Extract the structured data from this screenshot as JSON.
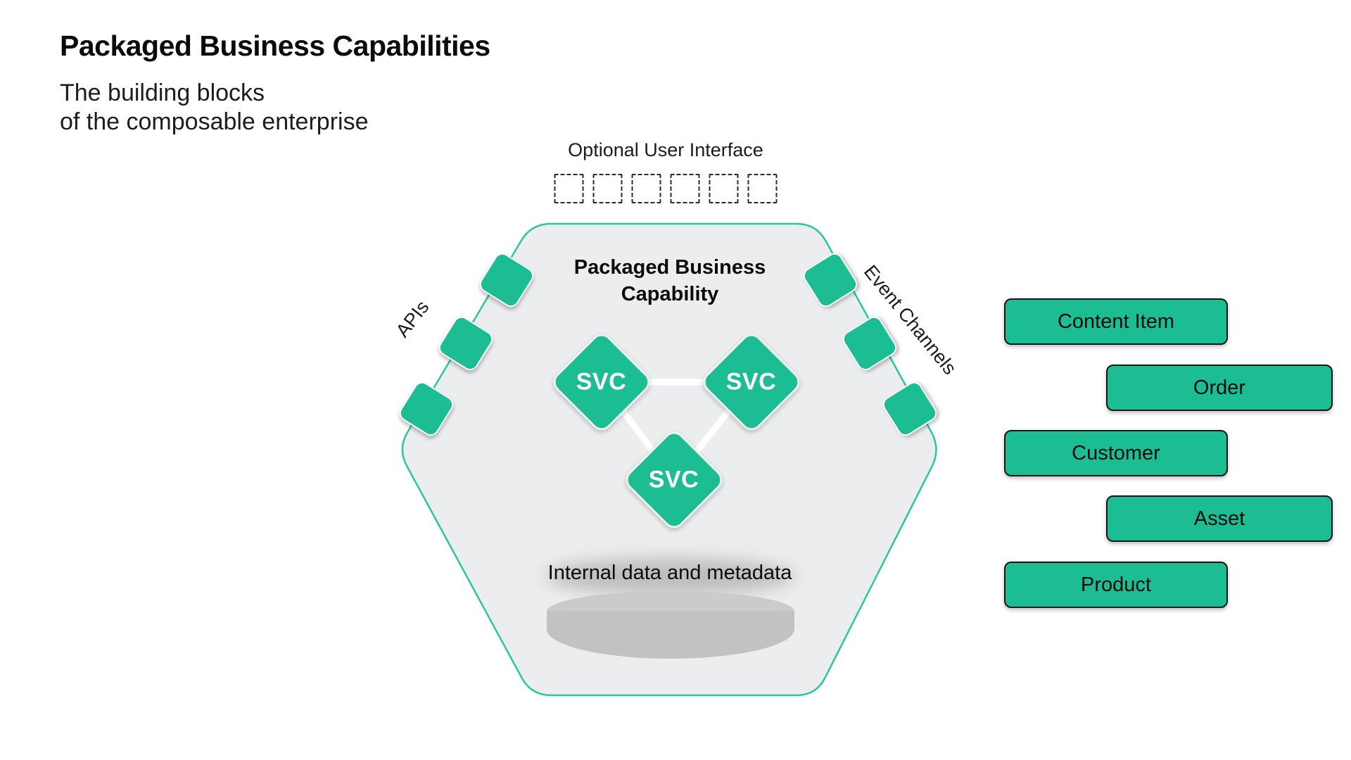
{
  "header": {
    "title": "Packaged Business Capabilities",
    "subtitle_line1": "The building blocks",
    "subtitle_line2": "of the composable enterprise"
  },
  "hexagon": {
    "optional_ui_label": "Optional User Interface",
    "title_line1": "Packaged Business",
    "title_line2": "Capability",
    "apis_label": "APIs",
    "event_channels_label": "Event Channels",
    "svc_nodes": [
      {
        "label": "SVC"
      },
      {
        "label": "SVC"
      },
      {
        "label": "SVC"
      }
    ],
    "internal_data_label": "Internal data and metadata"
  },
  "capability_cards": [
    {
      "label": "Content Item"
    },
    {
      "label": "Order"
    },
    {
      "label": "Customer"
    },
    {
      "label": "Asset"
    },
    {
      "label": "Product"
    }
  ],
  "colors": {
    "teal": "#1dbd94",
    "hex_fill": "#ecedee",
    "hex_border": "#2cc6a1",
    "cylinder_body": "#c0c2c4",
    "cylinder_top": "#c9cbcd"
  }
}
